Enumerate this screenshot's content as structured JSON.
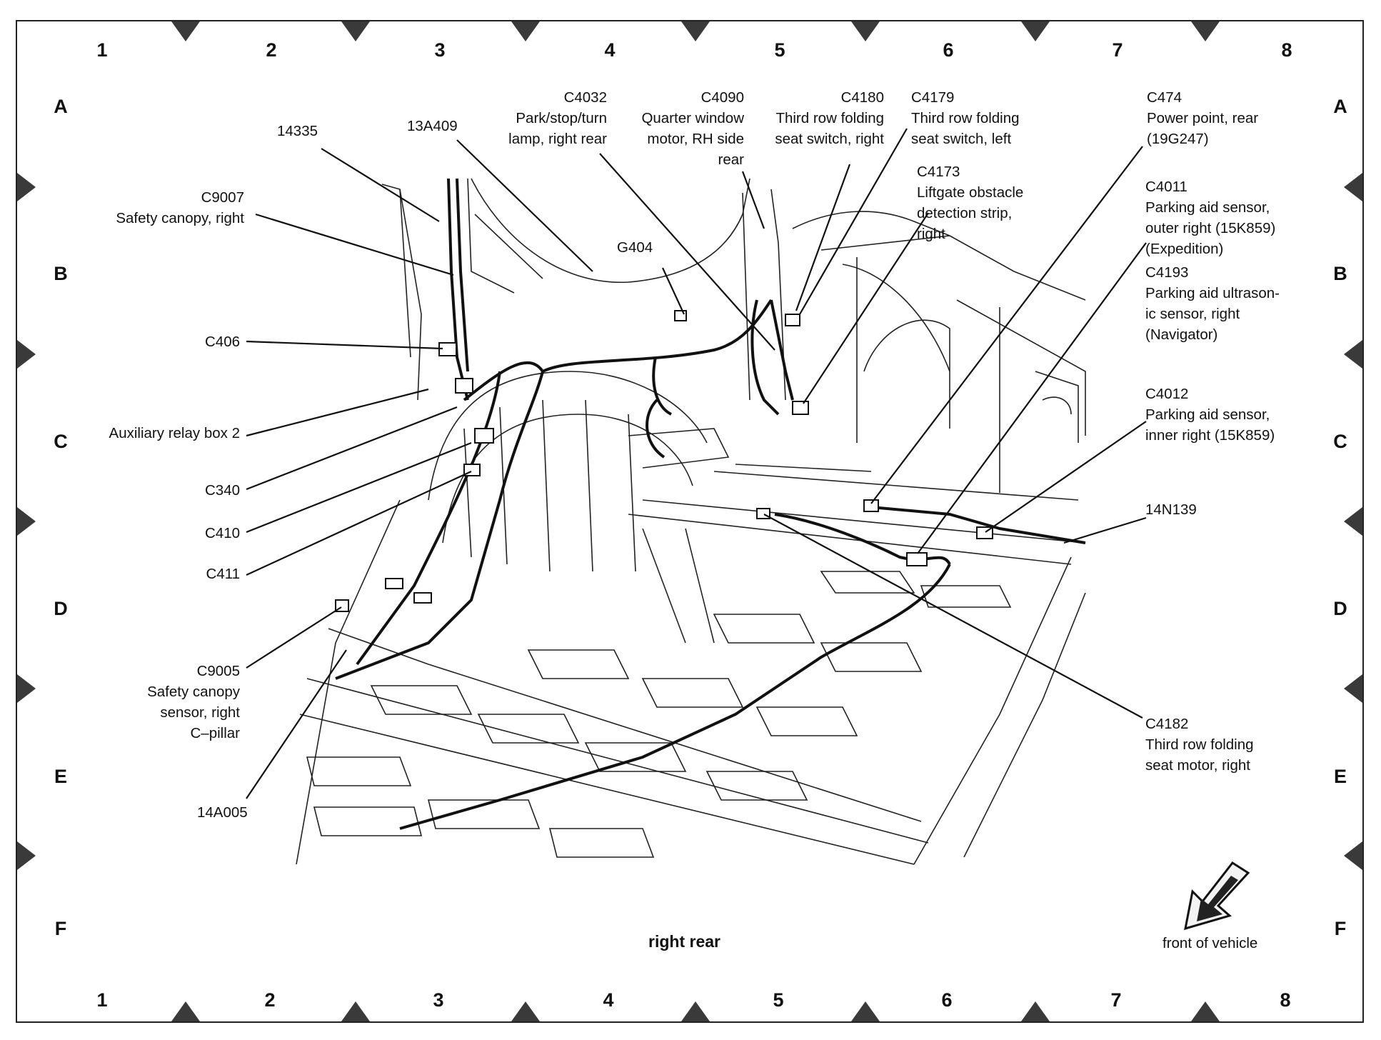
{
  "grid": {
    "columns": [
      "1",
      "2",
      "3",
      "4",
      "5",
      "6",
      "7",
      "8"
    ],
    "rows": [
      "A",
      "B",
      "C",
      "D",
      "E",
      "F"
    ]
  },
  "labels": {
    "l14335": "14335",
    "l13A409": "13A409",
    "c9007": [
      "C9007",
      "Safety canopy, right"
    ],
    "c406": "C406",
    "aux_relay": "Auxiliary relay box 2",
    "c340": "C340",
    "c410": "C410",
    "c411": "C411",
    "c9005": [
      "C9005",
      "Safety canopy",
      "sensor, right",
      "C–pillar"
    ],
    "l14A005": "14A005",
    "c4032": [
      "C4032",
      "Park/stop/turn",
      "lamp, right rear"
    ],
    "c4090": [
      "C4090",
      "Quarter window",
      "motor, RH side",
      "rear"
    ],
    "g404": "G404",
    "c4180": [
      "C4180",
      "Third row folding",
      "seat switch, right"
    ],
    "c4179": [
      "C4179",
      "Third row folding",
      "seat switch, left"
    ],
    "c4173": [
      "C4173",
      "Liftgate obstacle",
      "detection strip,",
      "right"
    ],
    "c474": [
      "C474",
      "Power point, rear",
      "(19G247)"
    ],
    "c4011": [
      "C4011",
      "Parking aid sensor,",
      "outer right (15K859)",
      "(Expedition)"
    ],
    "c4193": [
      "C4193",
      "Parking aid ultrason-",
      "ic sensor, right",
      "(Navigator)"
    ],
    "c4012": [
      "C4012",
      "Parking aid sensor,",
      "inner right (15K859)"
    ],
    "l14N139": "14N139",
    "c4182": [
      "C4182",
      "Third row folding",
      "seat motor, right"
    ]
  },
  "caption": "right rear",
  "direction_label": "front of vehicle",
  "icons": {
    "direction": "front-arrow-icon"
  }
}
